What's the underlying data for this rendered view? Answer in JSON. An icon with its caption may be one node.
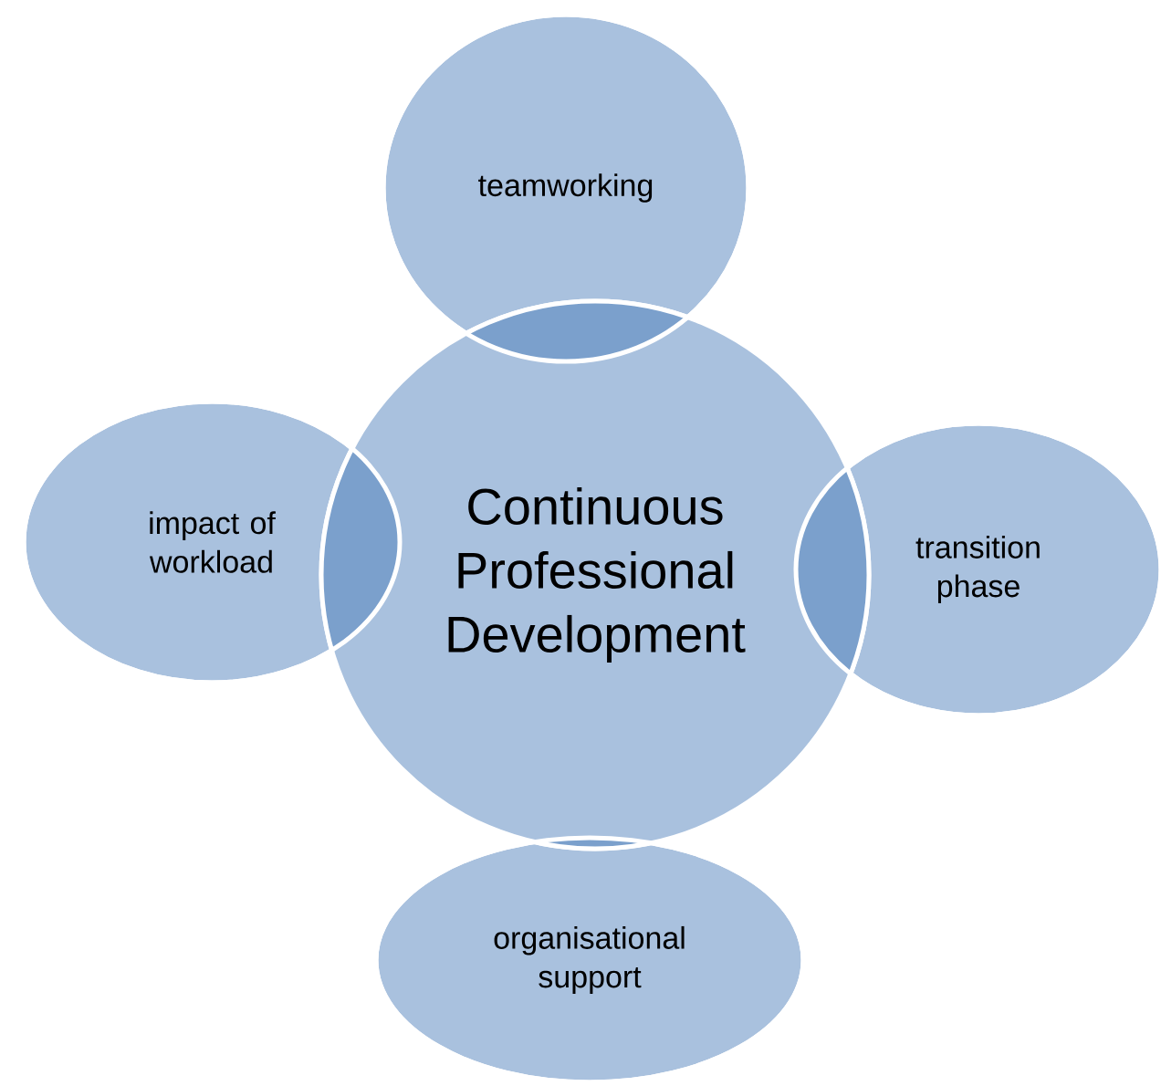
{
  "diagram": {
    "nodes": [
      {
        "text": [
          "Continuous Professional Development"
        ]
      },
      {
        "text": [
          "teamworking"
        ]
      },
      {
        "text": [
          "impact of workload"
        ]
      },
      {
        "text": [
          "transition phase"
        ]
      },
      {
        "text": [
          "organisational support"
        ]
      }
    ]
  }
}
